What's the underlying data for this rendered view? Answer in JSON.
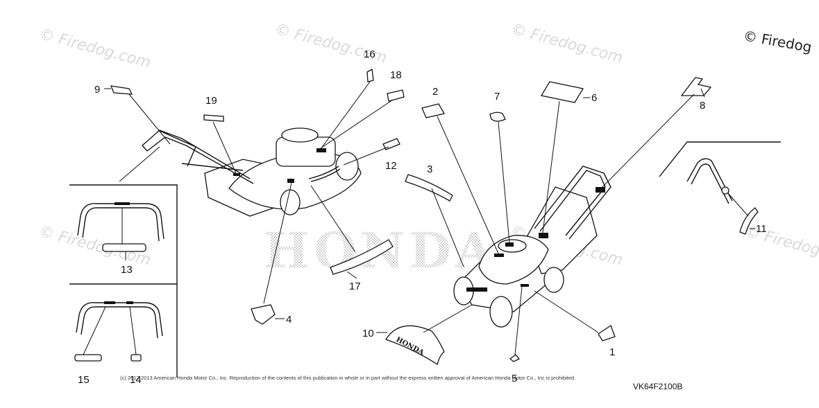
{
  "watermark": {
    "text": "© Firedog.com",
    "corner_text": "© Firedog"
  },
  "brand_watermark": "HONDA",
  "decal_text": "HONDA",
  "callouts": {
    "c1": "1",
    "c2": "2",
    "c3": "3",
    "c4": "4",
    "c5": "5",
    "c6": "6",
    "c7": "7",
    "c8": "8",
    "c9": "9",
    "c10": "10",
    "c11": "11",
    "c12": "12",
    "c13": "13",
    "c14": "14",
    "c15": "15",
    "c16": "16",
    "c17": "17",
    "c18": "18",
    "c19": "19"
  },
  "footer": {
    "copyright": "(c) 2012-2013 American Honda Motor Co., Inc. Reproduction of the contents of this publication in whole or in part without the express written approval of American Honda Motor Co., Inc is prohibited.",
    "diagram_code": "VK64F2100B"
  }
}
